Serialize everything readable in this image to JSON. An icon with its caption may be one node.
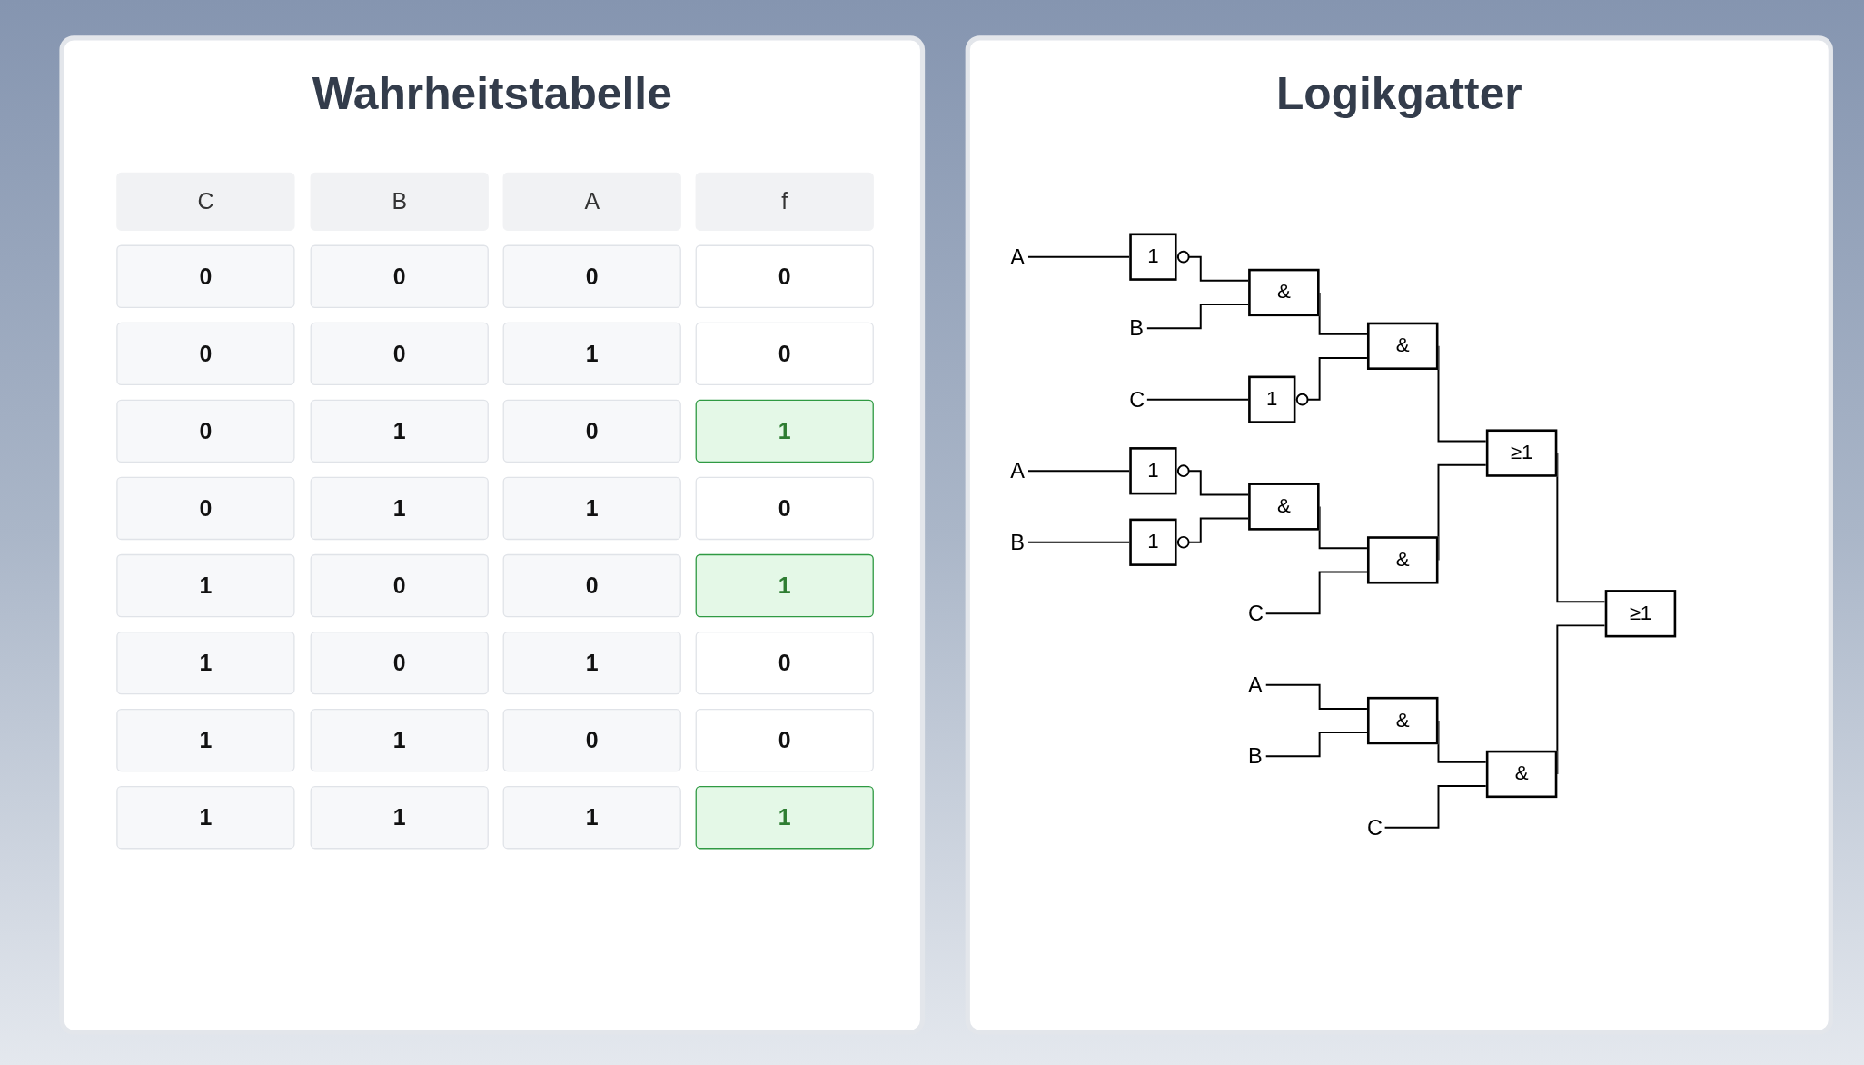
{
  "diagram": {
    "nodes": [
      {
        "text": [
          "Wahrheitstabelle"
        ]
      },
      {
        "text": [
          "Logikgatter"
        ]
      },
      {
        "text": [
          "A"
        ],
        "in": 1
      },
      {
        "text": [
          "1"
        ],
        "in": 1
      },
      {
        "text": [
          "&"
        ],
        "in": 1
      },
      {
        "text": [
          "B"
        ],
        "in": 1
      },
      {
        "text": [
          "&"
        ],
        "in": 1
      },
      {
        "text": [
          "C"
        ],
        "in": 1
      },
      {
        "text": [
          "1"
        ],
        "in": 1
      },
      {
        "text": [
          "≥1"
        ],
        "in": 1
      },
      {
        "text": [
          "A"
        ],
        "in": 1
      },
      {
        "text": [
          "1"
        ],
        "in": 1
      },
      {
        "text": [
          "&"
        ],
        "in": 1
      },
      {
        "text": [
          "B"
        ],
        "in": 1
      },
      {
        "text": [
          "1"
        ],
        "in": 1
      },
      {
        "text": [
          "&"
        ],
        "in": 1
      },
      {
        "text": [
          "C"
        ],
        "in": 1
      },
      {
        "text": [
          "≥1"
        ],
        "in": 1
      },
      {
        "text": [
          "A"
        ],
        "in": 1
      },
      {
        "text": [
          "&"
        ],
        "in": 1
      },
      {
        "text": [
          "B"
        ],
        "in": 1
      },
      {
        "text": [
          "&"
        ],
        "in": 1
      },
      {
        "text": [
          "C"
        ],
        "in": 1
      }
    ],
    "edges": [
      {
        "from": 2,
        "to": 3,
        "arrow": "none"
      },
      {
        "from": 3,
        "to": 4,
        "arrow": "other"
      },
      {
        "from": 5,
        "to": 4,
        "arrow": "none"
      },
      {
        "from": 4,
        "to": 6,
        "arrow": "none"
      },
      {
        "from": 7,
        "to": 8,
        "arrow": "none"
      },
      {
        "from": 8,
        "to": 6,
        "arrow": "other"
      },
      {
        "from": 6,
        "to": 9,
        "arrow": "none"
      },
      {
        "from": 10,
        "to": 11,
        "arrow": "none"
      },
      {
        "from": 11,
        "to": 12,
        "arrow": "other"
      },
      {
        "from": 13,
        "to": 14,
        "arrow": "none"
      },
      {
        "from": 14,
        "to": 12,
        "arrow": "other"
      },
      {
        "from": 12,
        "to": 15,
        "arrow": "none"
      },
      {
        "from": 16,
        "to": 15,
        "arrow": "none"
      },
      {
        "from": 15,
        "to": 9,
        "arrow": "none"
      },
      {
        "from": 9,
        "to": 17,
        "arrow": "none"
      },
      {
        "from": 18,
        "to": 19,
        "arrow": "none"
      },
      {
        "from": 20,
        "to": 19,
        "arrow": "none"
      },
      {
        "from": 19,
        "to": 21,
        "arrow": "none"
      },
      {
        "from": 22,
        "to": 21,
        "arrow": "none"
      },
      {
        "from": 21,
        "to": 17,
        "arrow": "none"
      }
    ],
    "labels": [
      "C",
      "B",
      "A",
      "f",
      "0",
      "0",
      "0",
      "0",
      "0",
      "0",
      "1",
      "0",
      "0",
      "1",
      "0",
      "1",
      "0",
      "1",
      "1",
      "0",
      "1",
      "0",
      "0",
      "1",
      "1",
      "0",
      "1",
      "0",
      "1",
      "1",
      "0",
      "0",
      "1",
      "1",
      "1",
      "1"
    ]
  }
}
